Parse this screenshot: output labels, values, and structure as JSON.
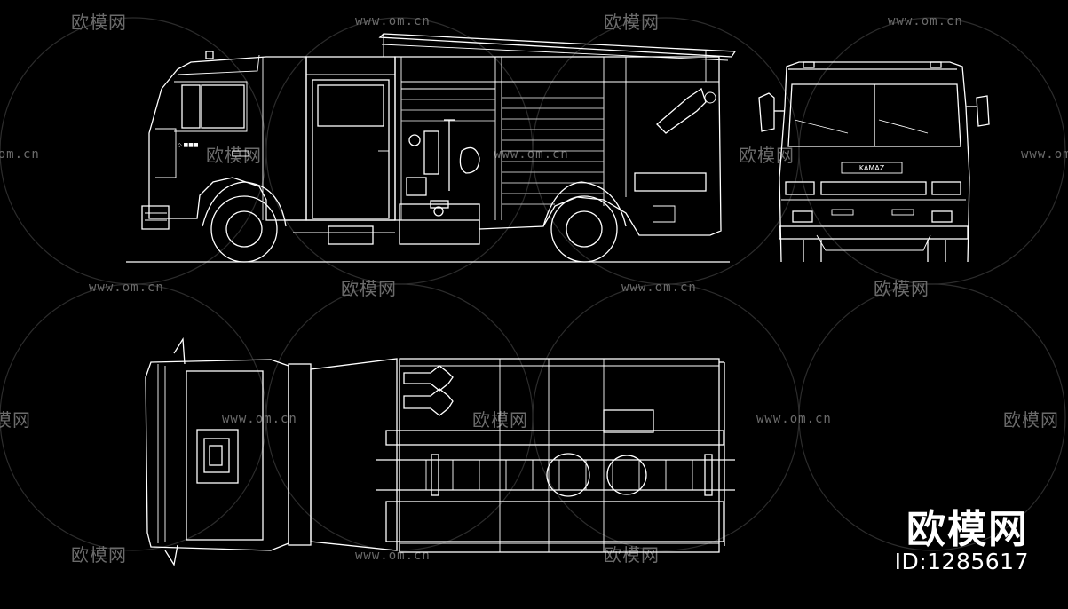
{
  "watermark": {
    "logo_text": "欧模网",
    "url": "www.om.cn"
  },
  "views": {
    "side": "side-elevation",
    "front": "front-elevation",
    "top": "plan-view"
  },
  "cab_badge": "KAMAZ",
  "brand": {
    "name": "欧模网",
    "id": "ID:1285617"
  }
}
